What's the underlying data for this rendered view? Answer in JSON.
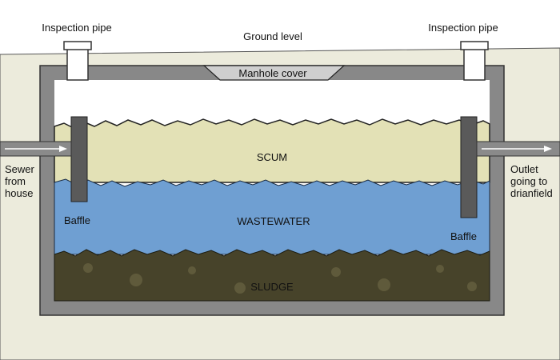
{
  "labels": {
    "inspection_pipe_left": "Inspection pipe",
    "inspection_pipe_right": "Inspection pipe",
    "ground_level": "Ground level",
    "manhole_cover": "Manhole cover",
    "scum": "SCUM",
    "wastewater": "WASTEWATER",
    "sludge": "SLUDGE",
    "baffle_left": "Baffle",
    "baffle_right": "Baffle",
    "sewer_line1": "Sewer",
    "sewer_line2": "from",
    "sewer_line3": "house",
    "outlet_line1": "Outlet",
    "outlet_line2": "going to",
    "outlet_line3": "drianfield"
  },
  "colors": {
    "soil": "#ecebdc",
    "tank_wall": "#888888",
    "air_space": "#ffffff",
    "scum": "#e3e1b6",
    "wastewater": "#6f9fd2",
    "sludge": "#47432a",
    "baffle": "#5a5a5a",
    "pipe": "#8a8a8a"
  }
}
